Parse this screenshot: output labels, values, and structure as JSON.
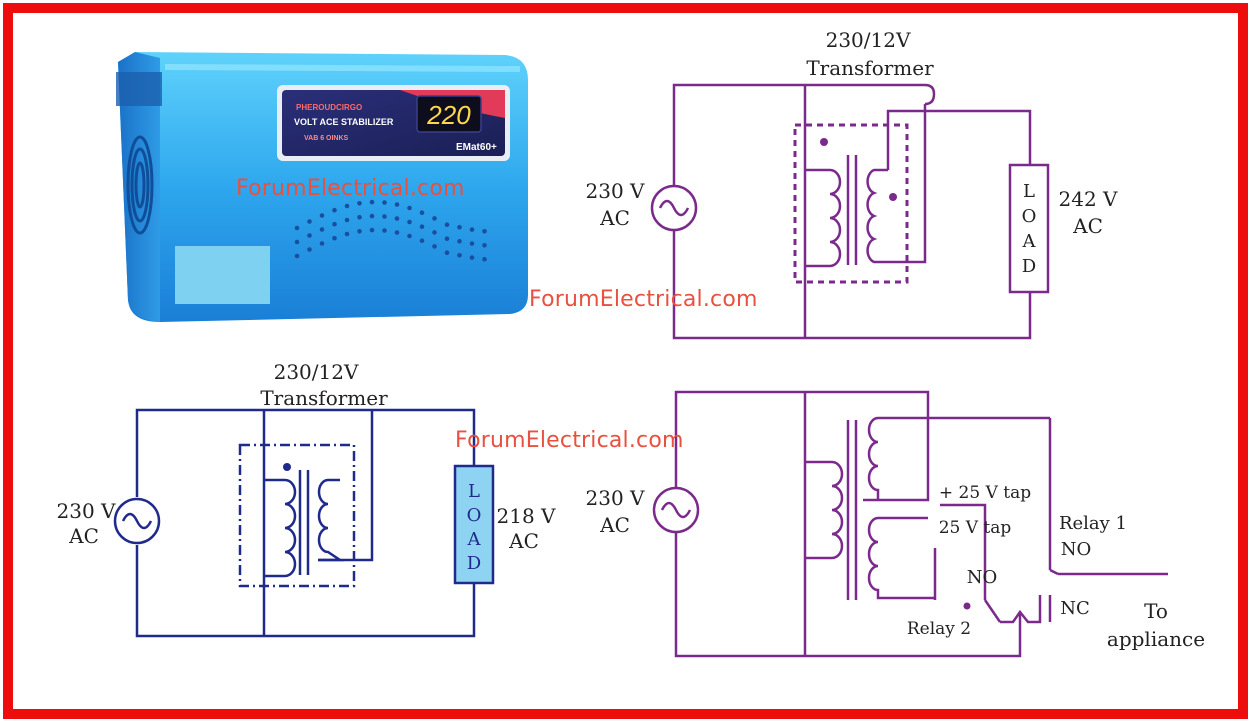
{
  "watermark": "ForumElectrical.com",
  "product": {
    "brand_text": "PHEROUDCIRGO",
    "label_line1": "VOLT ACE STABILIZER",
    "label_line2": "VAB 6 OINKS",
    "display_value": "220",
    "model": "EMat60+"
  },
  "boost_circuit": {
    "transformer_line1": "230/12V",
    "transformer_line2": "Transformer",
    "source_line1": "230 V",
    "source_line2": "AC",
    "load_letters": [
      "L",
      "O",
      "A",
      "D"
    ],
    "output_line1": "242 V",
    "output_line2": "AC"
  },
  "buck_circuit": {
    "transformer_line1": "230/12V",
    "transformer_line2": "Transformer",
    "source_line1": "230 V",
    "source_line2": "AC",
    "load_letters": [
      "L",
      "O",
      "A",
      "D"
    ],
    "output_line1": "218 V",
    "output_line2": "AC"
  },
  "relay_circuit": {
    "source_line1": "230 V",
    "source_line2": "AC",
    "tap1": "+ 25 V tap",
    "tap2": "25 V tap",
    "relay1_line1": "Relay 1",
    "relay1_line2": "NO",
    "no_label": "NO",
    "nc_label": "NC",
    "relay2": "Relay 2",
    "appliance_line1": "To",
    "appliance_line2": "appliance"
  },
  "colors": {
    "border": "#ee0d0d",
    "purple": "#7b2a8c",
    "navy": "#1f2a8a",
    "load_fill": "#8fd3f3",
    "watermark": "#e8503f"
  }
}
